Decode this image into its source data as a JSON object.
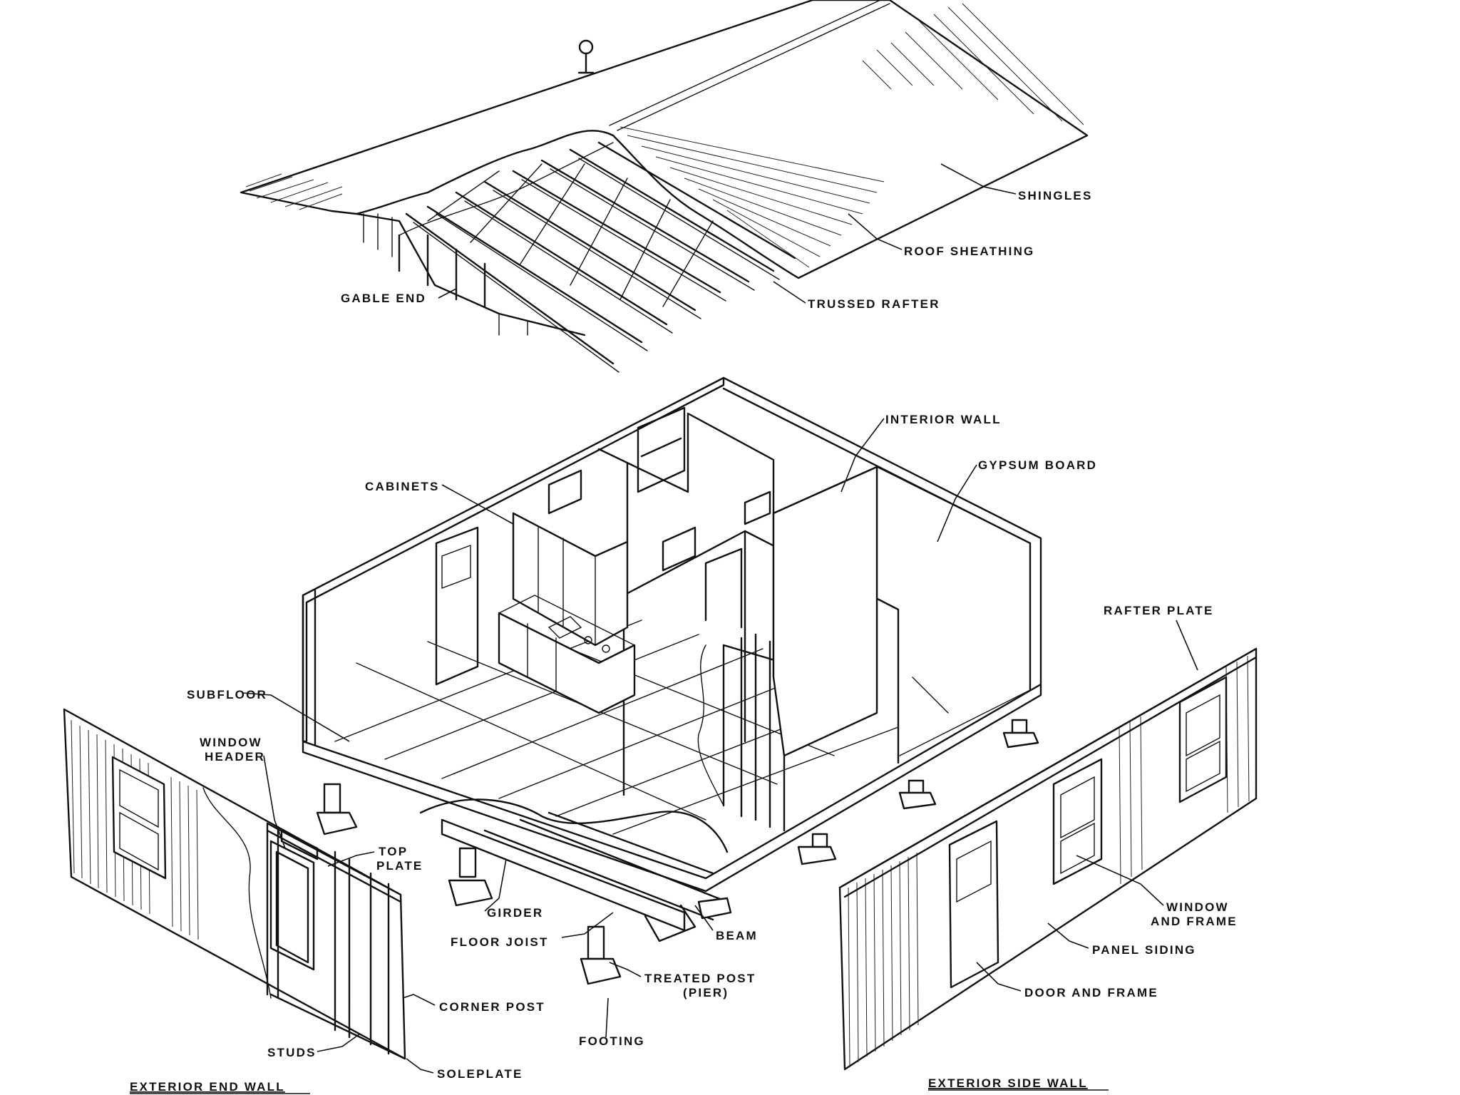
{
  "diagram": {
    "labels": {
      "shingles": "SHINGLES",
      "roof_sheathing": "ROOF SHEATHING",
      "trussed_rafter": "TRUSSED RAFTER",
      "gable_end": "GABLE END",
      "interior_wall": "INTERIOR WALL",
      "gypsum_board": "GYPSUM BOARD",
      "cabinets": "CABINETS",
      "rafter_plate": "RAFTER PLATE",
      "subfloor": "SUBFLOOR",
      "window_header_1": "WINDOW",
      "window_header_2": "HEADER",
      "top_plate_1": "TOP",
      "top_plate_2": "PLATE",
      "girder": "GIRDER",
      "floor_joist": "FLOOR JOIST",
      "beam": "BEAM",
      "treated_post_1": "TREATED POST",
      "treated_post_2": "(PIER)",
      "footing": "FOOTING",
      "corner_post": "CORNER POST",
      "studs": "STUDS",
      "soleplate": "SOLEPLATE",
      "window_frame_1": "WINDOW",
      "window_frame_2": "AND FRAME",
      "panel_siding": "PANEL SIDING",
      "door_frame": "DOOR AND FRAME"
    },
    "captions": {
      "exterior_end_wall": "EXTERIOR END WALL",
      "exterior_side_wall": "EXTERIOR SIDE WALL"
    }
  }
}
